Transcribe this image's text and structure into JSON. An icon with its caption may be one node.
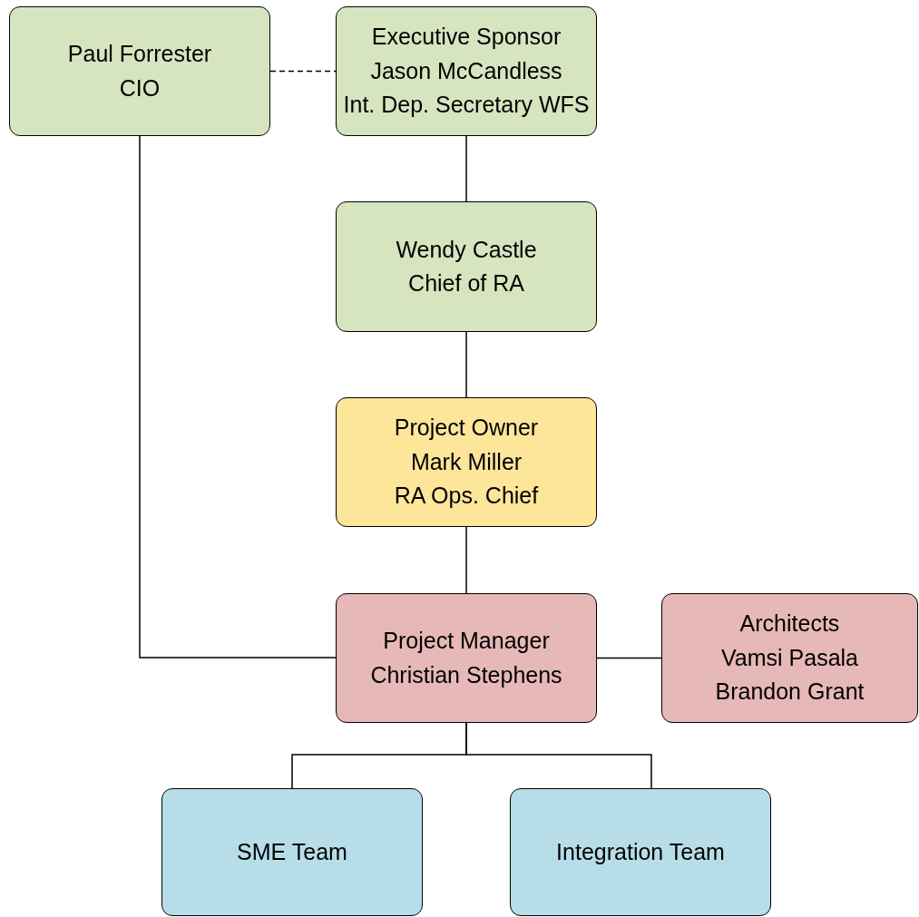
{
  "diagram": {
    "nodes": [
      {
        "text": [
          "Paul Forrester",
          "CIO"
        ]
      },
      {
        "text": [
          "Executive Sponsor",
          "Jason McCandless",
          "Int. Dep. Secretary WFS"
        ]
      },
      {
        "text": [
          "Wendy Castle",
          "Chief of RA"
        ]
      },
      {
        "text": [
          "Project Owner",
          "Mark Miller",
          "RA Ops. Chief"
        ]
      },
      {
        "text": [
          "Project Manager",
          "Christian Stephens"
        ]
      },
      {
        "text": [
          "Architects",
          "Vamsi Pasala",
          "Brandon Grant"
        ]
      },
      {
        "text": [
          "SME Team"
        ]
      },
      {
        "text": [
          "Integration Team"
        ]
      }
    ],
    "edges": [
      {
        "from": 0,
        "to": 1,
        "arrow": "none",
        "style": "dashed"
      },
      {
        "from": 1,
        "to": 2,
        "arrow": "none"
      },
      {
        "from": 2,
        "to": 3,
        "arrow": "none"
      },
      {
        "from": 3,
        "to": 4,
        "arrow": "none"
      },
      {
        "from": 0,
        "to": 4,
        "arrow": "none"
      },
      {
        "from": 4,
        "to": 5,
        "arrow": "none"
      },
      {
        "from": 4,
        "to": 6,
        "arrow": "none"
      },
      {
        "from": 4,
        "to": 7,
        "arrow": "none"
      }
    ]
  }
}
